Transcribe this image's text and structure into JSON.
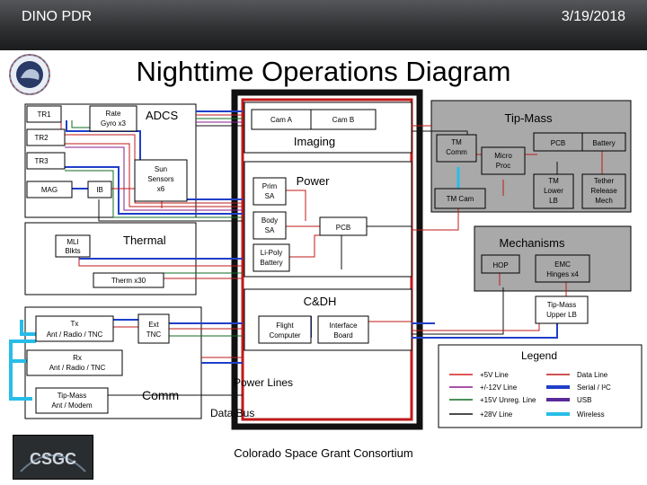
{
  "header": {
    "left": "DINO PDR",
    "right": "3/19/2018"
  },
  "title": "Nighttime Operations Diagram",
  "footer": "Colorado Space Grant Consortium",
  "logos": {
    "dino": "DINO",
    "csgc": "CSGC"
  },
  "adcs": {
    "title": "ADCS",
    "tr1": "TR1",
    "rate_gyro": [
      "Rate",
      "Gyro x3"
    ],
    "tr2": "TR2",
    "tr3": "TR3",
    "mag": "MAG",
    "ib": "IB",
    "sun_sensors": [
      "Sun",
      "Sensors",
      "x6"
    ]
  },
  "thermal": {
    "title": "Thermal",
    "mli": [
      "MLI",
      "Blkts"
    ],
    "therm": "Therm x30"
  },
  "comm": {
    "title": "Comm",
    "tx": "Tx",
    "tx_sub": "Ant / Radio / TNC",
    "ext_tnc": [
      "Ext",
      "TNC"
    ],
    "rx": "Rx",
    "rx_sub": "Ant / Radio / TNC",
    "tipmass": "Tip-Mass",
    "tipmass_sub": "Ant / Modem"
  },
  "imaging": {
    "title": "Imaging",
    "cam_a": "Cam A",
    "cam_b": "Cam B"
  },
  "power": {
    "title": "Power",
    "prim_sa": [
      "Prim",
      "SA"
    ],
    "body_sa": [
      "Body",
      "SA"
    ],
    "pcb": "PCB",
    "battery": [
      "Li-Poly",
      "Battery"
    ]
  },
  "cdh": {
    "title": "C&DH",
    "flight_computer": [
      "Flight",
      "Computer"
    ],
    "interface_board": [
      "Interface",
      "Board"
    ]
  },
  "tipmass": {
    "title": "Tip-Mass",
    "tm_comm": [
      "TM",
      "Comm"
    ],
    "micro_proc": [
      "Micro",
      "Proc"
    ],
    "pcb": "PCB",
    "battery": "Battery",
    "tm_cam": "TM Cam",
    "tm_lower_lb": [
      "TM",
      "Lower",
      "LB"
    ],
    "tether_release": [
      "Tether",
      "Release",
      "Mech"
    ]
  },
  "mechanisms": {
    "title": "Mechanisms",
    "hop": "HOP",
    "emc": [
      "EMC",
      "Hinges x4"
    ],
    "upper_lb": [
      "Tip-Mass",
      "Upper LB"
    ]
  },
  "labels": {
    "power_lines": "Power Lines",
    "data_bus": "Data Bus"
  },
  "legend": {
    "title": "Legend",
    "items": [
      {
        "label": "+5V Line",
        "color": "#d22020",
        "style": "thin"
      },
      {
        "label": "Data Line",
        "color": "#c01a1a",
        "style": "thin"
      },
      {
        "label": "+/-12V Line",
        "color": "#8a1a8a",
        "style": "thin"
      },
      {
        "label": "Serial / I²C",
        "color": "#1f3fc8",
        "style": "thick"
      },
      {
        "label": "+15V Unreg. Line",
        "color": "#0f6b22",
        "style": "thin"
      },
      {
        "label": "USB",
        "color": "#5a2a9a",
        "style": "thick"
      },
      {
        "label": "+28V Line",
        "color": "#101010",
        "style": "thin"
      },
      {
        "label": "Wireless",
        "color": "#27bde8",
        "style": "thick"
      }
    ]
  }
}
